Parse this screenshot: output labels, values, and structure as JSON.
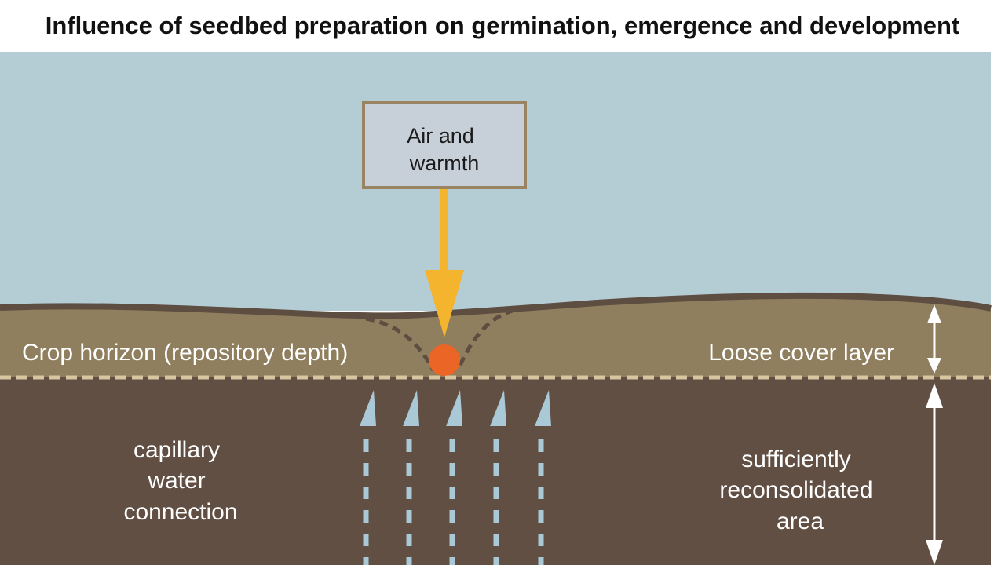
{
  "title": "Influence of seedbed preparation on germination, emergence and development",
  "box": {
    "line1": "Air and",
    "line2": "warmth"
  },
  "labels": {
    "crop_horizon": "Crop horizon (repository depth)",
    "loose_cover": "Loose cover layer",
    "capillary": [
      "capillary",
      "water",
      "connection"
    ],
    "reconsolidated": [
      "sufficiently",
      "reconsolidated",
      "area"
    ]
  },
  "colors": {
    "sky": "#b4ccd4",
    "topsoil": "#8f7f5f",
    "surface_line": "#5e4e42",
    "subsoil": "#614f43",
    "divider": "#d7c6a0",
    "arrow_orange": "#f4b42e",
    "seed": "#ea6526",
    "box_fill": "#c7d0d8",
    "box_border": "#9a8360",
    "water_arrow": "#a9c9d6",
    "label_text": "#ffffff",
    "box_text": "#1a1a1a"
  },
  "icons": {
    "air_arrow": "down-arrow-icon",
    "seed": "seed-icon",
    "water_arrows": "up-arrow-icon",
    "depth_arrows": "double-arrow-icon"
  }
}
